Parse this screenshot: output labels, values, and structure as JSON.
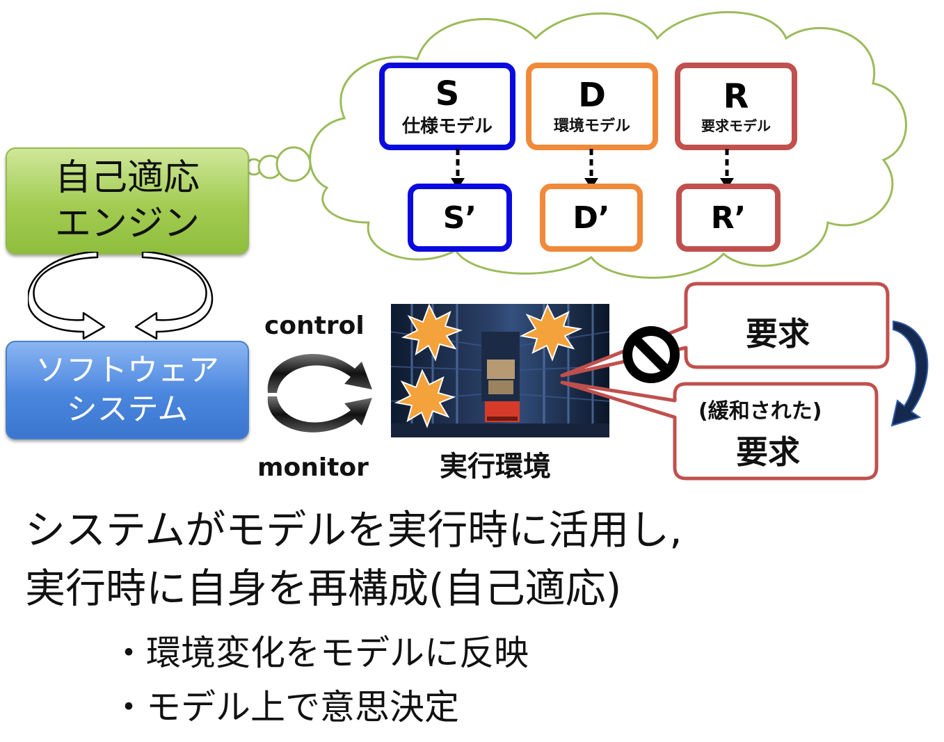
{
  "engine": {
    "line1": "自己適応",
    "line2": "エンジン"
  },
  "software": {
    "line1": "ソフトウェア",
    "line2": "システム"
  },
  "loop": {
    "control": "control",
    "monitor": "monitor"
  },
  "environment": {
    "label": "実行環境"
  },
  "models": [
    {
      "letter": "S",
      "sub": "仕様モデル",
      "prime": "S’",
      "color": "#0a0adf"
    },
    {
      "letter": "D",
      "sub": "環境モデル",
      "prime": "D’",
      "color": "#f08a3a"
    },
    {
      "letter": "R",
      "sub": "要求モデル",
      "prime": "R’",
      "color": "#c0504d"
    }
  ],
  "requirements": {
    "original": "要求",
    "relaxed_note": "(緩和された)",
    "relaxed": "要求"
  },
  "summary": {
    "line1": "システムがモデルを実行時に活用し,",
    "line2": "実行時に自身を再構成(自己適応)",
    "bullets": [
      "・環境変化をモデルに反映",
      "・モデル上で意思決定"
    ]
  },
  "colors": {
    "cloud_outline": "#9bbb59",
    "engine_fill": "#9bc64a",
    "software_fill": "#4a86de",
    "requirement_border": "#c0504d"
  }
}
